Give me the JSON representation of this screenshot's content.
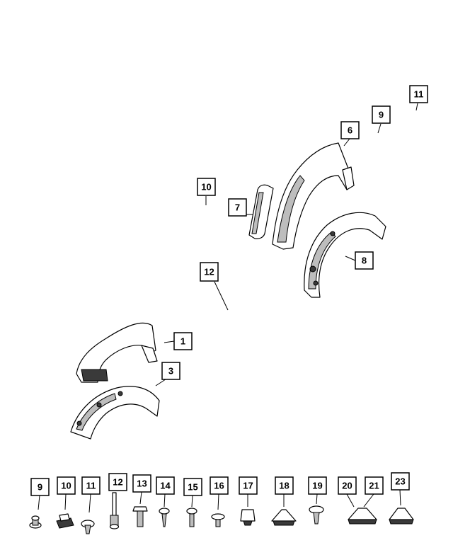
{
  "callouts": {
    "c1": "1",
    "c3": "3",
    "c6": "6",
    "c7": "7",
    "c8": "8",
    "c9": "9",
    "c10": "10",
    "c11": "11",
    "c12": "12"
  },
  "fasteners": [
    {
      "label": "9"
    },
    {
      "label": "10"
    },
    {
      "label": "11"
    },
    {
      "label": "12"
    },
    {
      "label": "13"
    },
    {
      "label": "14"
    },
    {
      "label": "15"
    },
    {
      "label": "16"
    },
    {
      "label": "17"
    },
    {
      "label": "18"
    },
    {
      "label": "19"
    },
    {
      "label": "20"
    },
    {
      "label": "21"
    },
    {
      "label": "23"
    }
  ],
  "colors": {
    "line": "#000000",
    "background": "#ffffff"
  }
}
